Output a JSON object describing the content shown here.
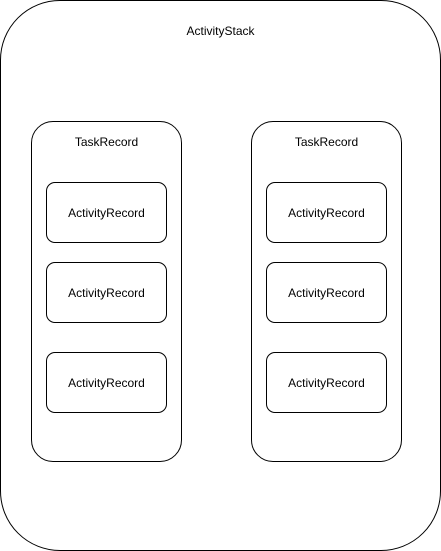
{
  "activity_stack": {
    "label": "ActivityStack",
    "task_records": [
      {
        "label": "TaskRecord",
        "activity_records": [
          {
            "label": "ActivityRecord"
          },
          {
            "label": "ActivityRecord"
          },
          {
            "label": "ActivityRecord"
          }
        ]
      },
      {
        "label": "TaskRecord",
        "activity_records": [
          {
            "label": "ActivityRecord"
          },
          {
            "label": "ActivityRecord"
          },
          {
            "label": "ActivityRecord"
          }
        ]
      }
    ]
  }
}
